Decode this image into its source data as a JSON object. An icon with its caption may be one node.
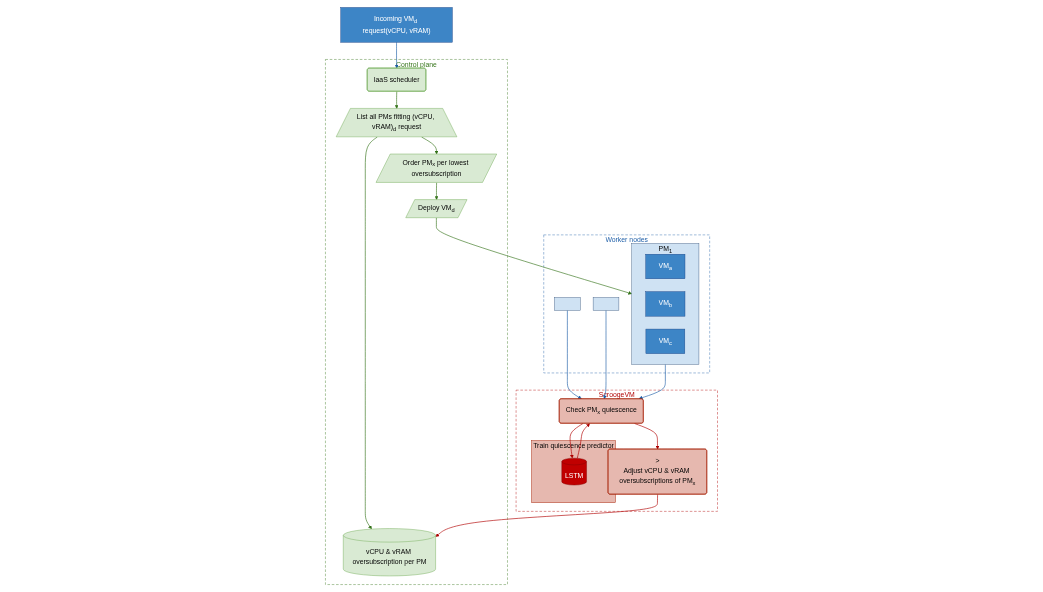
{
  "diagram": {
    "nodes": [
      {
        "text": [
          "Incoming VM$_{d}$ request(vCPU, vRAM)"
        ]
      },
      {
        "text": [
          "Control plane"
        ]
      },
      {
        "text": [
          "IaaS scheduler"
        ],
        "in": 1
      },
      {
        "text": [
          "List all PMs fitting (vCPU, vRAM)$_{d}$ request"
        ],
        "in": 1
      },
      {
        "text": [
          "vCPU & vRAM oversubscription per PM"
        ],
        "in": 1
      },
      {
        "text": [
          "Deploy VM$_{d}$"
        ],
        "in": 1
      },
      {
        "text": [
          "Order PM$_{x}$ per lowest oversubscription"
        ],
        "in": 1
      },
      {
        "text": [
          "Worker nodes"
        ]
      },
      {
        "text": [],
        "shape": "box",
        "in": 7
      },
      {
        "text": [],
        "shape": "box",
        "in": 7
      },
      {
        "text": [
          "PM$_{1}$"
        ],
        "in": 7
      },
      {
        "text": [
          "VM$_{a}$"
        ],
        "in": 10
      },
      {
        "text": [
          "VM$_{b}$"
        ],
        "in": 10
      },
      {
        "text": [
          "VM$_{c}$"
        ],
        "in": 10
      },
      {
        "text": [
          "ScroogeVM"
        ]
      },
      {
        "text": [
          "Train quiescence predictor"
        ],
        "in": 14
      },
      {
        "text": [
          "LSTM"
        ],
        "in": 15
      },
      {
        "text": [
          "Check PM$_{x}$ quiescence"
        ],
        "in": 14
      },
      {
        "text": [
          ">",
          "Adjust vCPU & vRAM oversubscriptions of PM$_{x}$"
        ],
        "in": 14
      }
    ],
    "edges": [
      {
        "from": 0,
        "to": 2,
        "arrow": "to",
        "color": "#1f5fa8"
      },
      {
        "from": 2,
        "to": 3,
        "arrow": "to"
      },
      {
        "from": 3,
        "to": 4,
        "arrow": "to"
      },
      {
        "from": 3,
        "to": 6,
        "arrow": "to"
      },
      {
        "from": 6,
        "to": 5,
        "arrow": "to"
      },
      {
        "from": 5,
        "to": 10,
        "arrow": "to"
      },
      {
        "from": 8,
        "to": 17,
        "arrow": "to",
        "color": "#1f5fa8"
      },
      {
        "from": 9,
        "to": 17,
        "arrow": "to",
        "color": "#1f5fa8"
      },
      {
        "from": 10,
        "to": 17,
        "arrow": "to",
        "color": "#1f5fa8"
      },
      {
        "from": 16,
        "to": 17,
        "arrow": "to",
        "color": "#b00000"
      },
      {
        "from": 17,
        "to": 18,
        "arrow": "to",
        "color": "#b00000"
      },
      {
        "from": 17,
        "to": 16,
        "arrow": "to",
        "color": "#b00000"
      },
      {
        "from": 18,
        "to": 4,
        "arrow": "to",
        "color": "#b00000"
      }
    ]
  }
}
